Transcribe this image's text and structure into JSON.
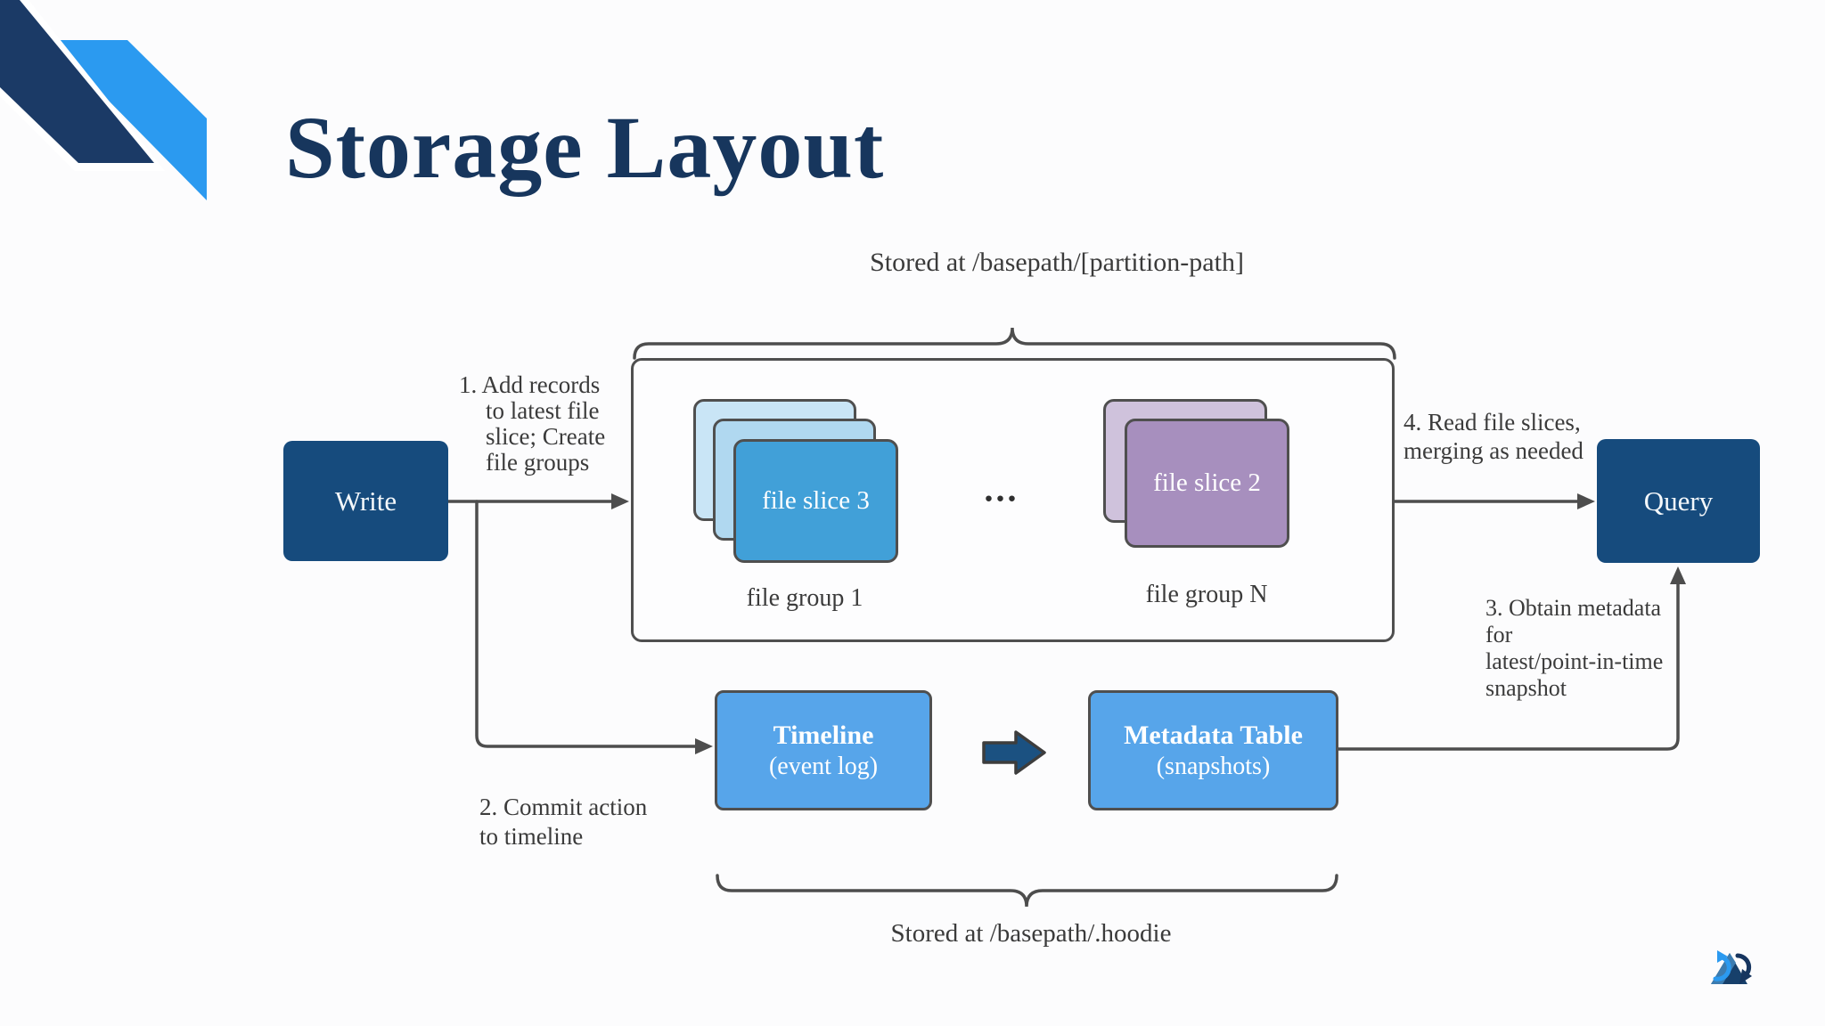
{
  "slide": {
    "title": "Storage Layout"
  },
  "colors": {
    "title_navy": "#17365d",
    "ribbon_dark": "#1b3a66",
    "ribbon_light": "#2b9af0",
    "node_navy": "#164b7d",
    "node_blue": "#57a5ea",
    "slice_blue_front": "#41a0d8",
    "slice_blue_mid": "#b0d8f0",
    "slice_blue_back": "#c9e5f6",
    "slice_purple_front": "#a78fbe",
    "slice_purple_back": "#cfc2dc",
    "line_gray": "#4d4d4d"
  },
  "diagram": {
    "top_label": "Stored at /basepath/[partition-path]",
    "bottom_label": "Stored at /basepath/.hoodie",
    "write_label": "Write",
    "query_label": "Query",
    "file_slice_group1": "file slice 3",
    "file_slice_groupN": "file slice 2",
    "file_group1_label": "file group 1",
    "file_groupN_label": "file group N",
    "ellipsis": "...",
    "timeline": {
      "title": "Timeline",
      "subtitle": "(event log)"
    },
    "metadata_table": {
      "title": "Metadata Table",
      "subtitle": "(snapshots)"
    },
    "steps": {
      "step1": "1. Add records\nto latest file\nslice; Create\nfile groups",
      "step2": "2. Commit action\nto timeline",
      "step3": "3. Obtain metadata\nfor\nlatest/point-in-time\nsnapshot",
      "step4": "4. Read file slices,\nmerging as needed"
    }
  }
}
